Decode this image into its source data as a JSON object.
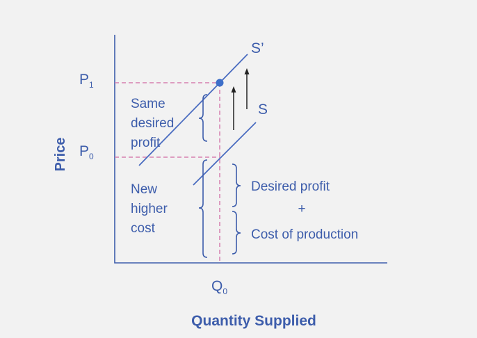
{
  "axes": {
    "y_label": "Price",
    "x_label": "Quantity Supplied"
  },
  "ticks": {
    "p1_main": "P",
    "p1_sub": "1",
    "p0_main": "P",
    "p0_sub": "0",
    "q0_main": "Q",
    "q0_sub": "0"
  },
  "curves": {
    "s_prime": "S’",
    "s": "S"
  },
  "annotations": {
    "same_profit": [
      "Same",
      "desired",
      "profit"
    ],
    "new_cost": [
      "New",
      "higher",
      "cost"
    ],
    "desired_profit": "Desired profit",
    "plus": "+",
    "cost_of_production": "Cost of production"
  },
  "colors": {
    "axis_blue": "#3d5dab",
    "curve_blue": "#4a6cc0",
    "dashed_pink": "#d67fb0",
    "point": "#3d6fc9",
    "arrow": "#222222",
    "background": "#f2f2f2"
  }
}
